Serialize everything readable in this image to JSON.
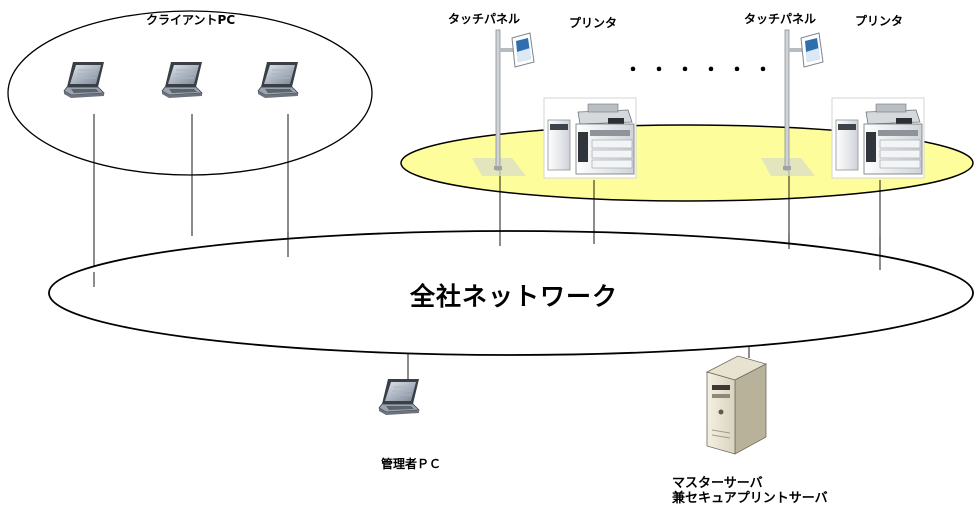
{
  "client_group": {
    "label": "クライアントPC"
  },
  "network": {
    "label": "全社ネットワーク"
  },
  "printer_group_1": {
    "touch_panel_label": "タッチパネル",
    "printer_label": "プリンタ"
  },
  "printer_group_2": {
    "touch_panel_label": "タッチパネル",
    "printer_label": "プリンタ"
  },
  "ellipsis": "・・・・・・",
  "admin_pc": {
    "label": "管理者ＰＣ"
  },
  "server": {
    "label_line1": "マスターサーバ",
    "label_line2": "兼セキュアプリントサーバ"
  },
  "colors": {
    "printer_area_fill": "#fdfd9c",
    "outline": "#000000",
    "laptop_body": "#c9cfd8"
  },
  "icons": {
    "client": "laptop-icon",
    "printer": "printer-icon",
    "panel": "touch-panel-icon",
    "server": "server-icon"
  }
}
